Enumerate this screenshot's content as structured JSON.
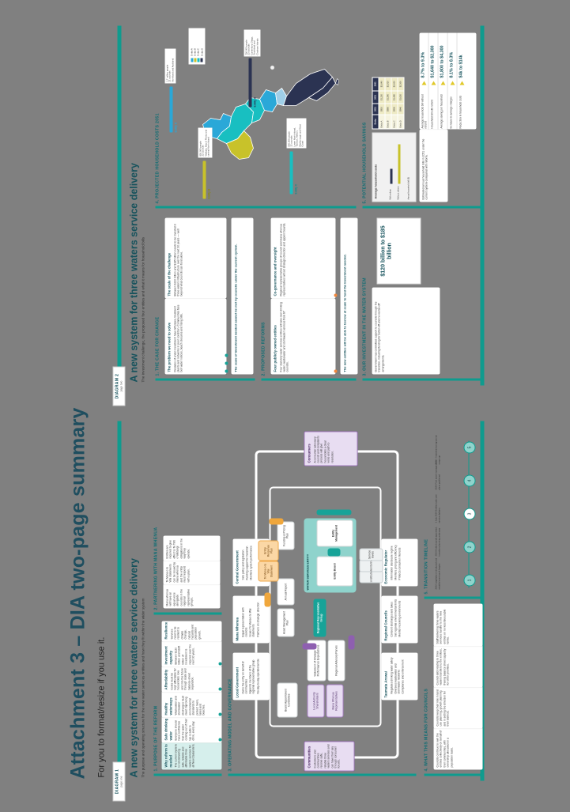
{
  "document": {
    "title": "Attachment 3 – DIA two-page summary",
    "subtitle": "For you to format/resize if you use it.",
    "background_color": "#808080",
    "accent_teal": "#0f9b8e",
    "accent_navy": "#2b3352",
    "accent_yellow": "#e0c92a",
    "accent_purple": "#8e5fb0",
    "accent_orange": "#f0a73c"
  },
  "page_left": {
    "diagram_tag": {
      "label": "DIAGRAM 1",
      "sublabel": "page one"
    },
    "heading": "A new system for three waters service delivery",
    "subheading": "The purpose and operating structure for the new water services entities and how they fit within the wider system",
    "sections": [
      {
        "id": "sec1",
        "title": "1. PURPOSE OF THE REFORM",
        "intro_card": {
          "title": "Why reform is needed",
          "body": "The current system is not delivering safe, reliable and affordable three waters services for all New Zealanders."
        },
        "cards": [
          {
            "title": "Safe drinking water",
            "body": "Everyone should have confidence that the water coming out of their tap is safe to drink, every day."
          },
          {
            "title": "Healthy waterways",
            "body": "Wastewater and stormwater discharges must meet improving environmental standards to protect rivers, lakes and beaches."
          },
          {
            "title": "Affordability",
            "body": "Costs must be kept affordable for households now and into the future through scale and balance-sheet separation."
          },
          {
            "title": "Investment capacity",
            "body": "Between $120 billion and $185 billion of investment is required over the next 30 years."
          },
          {
            "title": "Resilience",
            "body": "Services need to be resilient to climate change, natural hazards and population growth."
          }
        ]
      },
      {
        "id": "sec2",
        "title": "2. PARTNERING WITH MANA WHENUA",
        "cards": [
          {
            "body": "Mana whenua will have an equal voice alongside councils in the regional representative groups."
          },
          {
            "body": "Te Mana o te Wai statements can be issued by mana whenua and the entity must respond with a plan."
          },
          {
            "body": "Entities are required to give effect to Te Tiriti o Waitangi obligations in the way they operate."
          }
        ]
      },
      {
        "id": "sec3",
        "title": "3. OPERATING MODEL AND GOVERNANCE"
      },
      {
        "id": "sec4",
        "title": "4. WHAT THIS MEANS FOR COUNCILS"
      },
      {
        "id": "sec5",
        "title": "5. TRANSITION TIMELINE"
      }
    ],
    "governance": {
      "centre": {
        "entity_label": "WATER SERVICES ENTITY",
        "board": "Entity Board",
        "management": "Entity Management"
      },
      "top_cards": [
        {
          "title": "Local Government",
          "bullets": [
            "Owns the entity on behalf of communities",
            "Appoints members of the regional representative group",
            "No day-to-day operational role"
          ]
        },
        {
          "title": "Mana Whenua",
          "bullets": [
            "Equal representation with councils",
            "Issues Te Mana o te Wai statements",
            "Partners on strategic direction"
          ]
        },
        {
          "title": "Central Government",
          "bullets": [
            "Sets policy and legislation",
            "Funding support for transition",
            "Monitors system performance"
          ]
        }
      ],
      "bottom_cards": [
        {
          "title": "Taumata Arowai",
          "bullets": [
            "Regulates drinking water safety",
            "Oversees wastewater and stormwater networks",
            "Compliance and enforcement"
          ]
        },
        {
          "title": "Regional Councils",
          "bullets": [
            "Consent discharges and takes",
            "Set regional environmental limits",
            "Monitor receiving environments"
          ]
        },
        {
          "title": "Economic Regulator",
          "bullets": [
            "Information disclosure regime",
            "Monitors pricing and efficiency",
            "Protects consumer interests"
          ]
        }
      ],
      "left_panel": {
        "title": "Communities",
        "body": "Customers and communities receive safe, reliable three waters services and can have their say through consumer forums."
      },
      "right_panel": {
        "title": "Consumers",
        "body": "A consumer advocacy council and complaints process will give households a clear voice and path to resolution."
      },
      "ring_nodes": [
        {
          "label": "Regional Representative Group",
          "style": "teal"
        },
        {
          "label": "Statement of Strategic and Performance Expectations",
          "style": "white"
        },
        {
          "label": "Regional Advisory Panels",
          "style": "white"
        },
        {
          "label": "Local Authority Shareholders",
          "style": "purple"
        },
        {
          "label": "Mana Whenua Representatives",
          "style": "purple"
        },
        {
          "label": "Board Appointment Committee",
          "style": "white"
        },
        {
          "label": "Asset Management Plan",
          "style": "white"
        },
        {
          "label": "Annual Report",
          "style": "white"
        },
        {
          "label": "Funding & Pricing Plan",
          "style": "white"
        },
        {
          "label": "Te Mana o te Wai Statement",
          "style": "orange"
        },
        {
          "label": "Entity Response Plan",
          "style": "orange"
        },
        {
          "label": "Constitution",
          "style": "grey"
        },
        {
          "label": "Monitoring",
          "style": "grey"
        },
        {
          "label": "Service levels",
          "style": "grey"
        }
      ]
    },
    "timeline": {
      "title": "5. TRANSITION TIMELINE",
      "steps": [
        {
          "marker": "1",
          "caption": "2022 Legislation introduced and establishment work begins"
        },
        {
          "marker": "2",
          "caption": "2023 Entity boards appointed, transition planning underway"
        },
        {
          "marker": "3",
          "caption": "1 July 2024 Entities take over service delivery"
        },
        {
          "marker": "4",
          "caption": "2025 First asset management plans published"
        },
        {
          "marker": "5",
          "caption": "2026+ Investment programme ramps up"
        }
      ]
    },
    "council_notes": {
      "title": "4. WHAT THIS MEANS FOR COUNCILS",
      "columns": [
        {
          "body": "Councils continue to own the entities collectively on behalf of their communities, with ownership allocated on a population basis."
        },
        {
          "body": "Councils keep their role in land use planning, growth planning and in setting the direction for their districts."
        },
        {
          "body": "Council debt relating to three waters transfers to the entities, freeing balance sheet capacity for other priorities."
        },
        {
          "body": "Staff delivering three waters services transfer to the new entities on no less favourable terms."
        }
      ]
    }
  },
  "page_right": {
    "diagram_tag": {
      "label": "DIAGRAM 2",
      "sublabel": "page two"
    },
    "heading": "A new system for three waters service delivery",
    "subheading": "The investment challenge, the proposed four entities and what it means for household bills",
    "sections": [
      {
        "id": "rsec1",
        "title": "1. THE CASE FOR CHANGE",
        "cards": [
          {
            "title": "The problem we need to solve",
            "body": "Decades of under-investment have left pipes, treatment plants and networks in poor condition. Communities face boil water notices, beach closures and rising bills."
          },
          {
            "title": "The scale of the challenge",
            "body": "Between $120 billion and $185 billion needs to be invested in three waters infrastructure over the next 30 years — well beyond what councils can fund alone."
          }
        ],
        "highlight": "The scale of investment needed cannot be met by councils under the current system."
      },
      {
        "id": "rsec2",
        "title": "2. PROPOSED REFORMS",
        "cards": [
          {
            "title": "Four publicly owned entities",
            "body": "Four statutory water services entities will take over drinking water, wastewater and stormwater services from 67 councils."
          },
          {
            "title": "Co-governance and oversight",
            "body": "Regional representative groups of council and mana whenua representatives will set strategic direction and appoint boards."
          }
        ],
        "highlight": "The new entities will be able to borrow at scale to fund the investment needed."
      },
      {
        "id": "rsec3",
        "title": "3. OUR INVESTMENT IN THE WATER SYSTEM",
        "body": "Government has committed support to councils through the transition, including funding for better-off and no-worse-off arrangements.",
        "big_stat": "$120 billion to $185 billion"
      },
      {
        "id": "rsec4",
        "title": "4. PROJECTED HOUSEHOLD COSTS 2051",
        "map_title": "The four proposed water services entities",
        "legend": [
          {
            "name": "Entity A",
            "color": "#2aa8d8"
          },
          {
            "name": "Entity B",
            "color": "#c8c22a"
          },
          {
            "name": "Entity C",
            "color": "#18bfc1"
          },
          {
            "name": "Entity D",
            "color": "#2b3352"
          }
        ],
        "entities": [
          {
            "name": "Entity A",
            "color": "#2aa8d8",
            "population": "1.7 million people",
            "councils": "21 councils",
            "note": "Northland and Auckland"
          },
          {
            "name": "Entity B",
            "color": "#c8c22a",
            "population": "950,000 people",
            "councils": "22 councils",
            "note": "Waikato, Bay of Plenty and central North Island"
          },
          {
            "name": "Entity C",
            "color": "#18bfc1",
            "population": "800,000 people",
            "councils": "22 councils",
            "note": "Lower North Island, Tasman, Nelson, Marlborough and West Coast"
          },
          {
            "name": "Entity D",
            "color": "#2b3352",
            "population": "700,000 people",
            "councils": "23 councils",
            "note": "Canterbury, Otago, Southland and Chatham Islands"
          }
        ]
      },
      {
        "id": "rsec5",
        "title": "5. POTENTIAL HOUSEHOLD SAVINGS",
        "note": "Estimated annual household bills in 2051 under the current system compared with reform.",
        "stats": [
          {
            "label": "Average household bill without reform",
            "value": "8.7% to 9.3%"
          },
          {
            "label": "Household bill with reform",
            "value": "$1,640 to $2,300"
          },
          {
            "label": "Average saving per household",
            "value": "$1,800 to $4,300"
          },
          {
            "label": "Increase in average charges",
            "value": "8.1% to 8.3%"
          },
          {
            "label": "Reduction in household costs",
            "value": "$4k to $14k"
          }
        ]
      }
    ],
    "chart_data": {
      "type": "bar",
      "title": "Average household costs",
      "categories": [
        "With reform",
        "Without reform"
      ],
      "values": [
        1640,
        4300
      ],
      "xlabel": "",
      "ylabel": "Annual household bill ($)",
      "ylim": [
        0,
        5000
      ],
      "series_colors": [
        "#2b3352",
        "#c8c22a"
      ]
    },
    "cost_table": {
      "columns": [
        "Entity",
        "2021",
        "2031",
        "2051"
      ],
      "rows": [
        [
          "Entity A",
          "$810",
          "$1,220",
          "$1,640"
        ],
        [
          "Entity B",
          "$860",
          "$1,390",
          "$1,810"
        ],
        [
          "Entity C",
          "$900",
          "$1,480",
          "$2,000"
        ],
        [
          "Entity D",
          "$940",
          "$1,620",
          "$2,300"
        ]
      ]
    }
  }
}
